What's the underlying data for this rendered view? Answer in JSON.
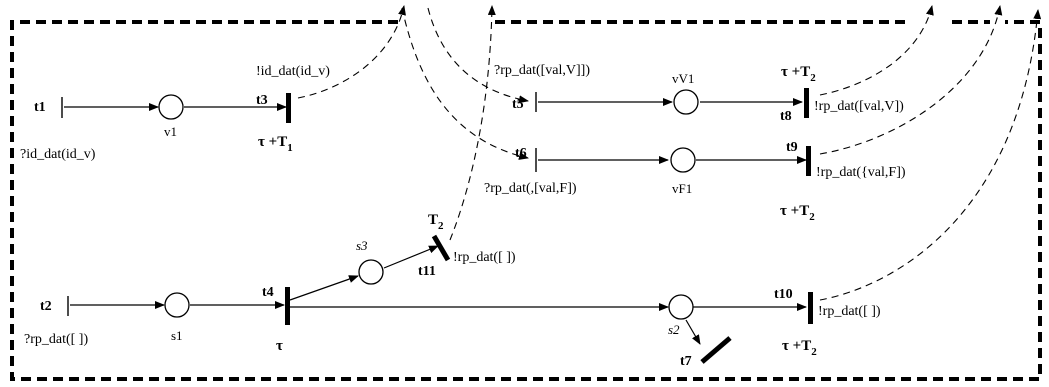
{
  "transitions": {
    "t1": {
      "name": "t1",
      "action": "?id_dat(id_v)"
    },
    "t2": {
      "name": "t2",
      "action": "?rp_dat([ ])"
    },
    "t3": {
      "name": "t3",
      "action": "!id_dat(id_v)",
      "cond_base": "τ +T",
      "cond_sub": "1"
    },
    "t4": {
      "name": "t4",
      "cond": "τ"
    },
    "t5": {
      "name": "t5",
      "action": "?rp_dat([val,V]])"
    },
    "t6": {
      "name": "t6",
      "action": "?rp_dat(,[val,F])"
    },
    "t7": {
      "name": "t7"
    },
    "t8": {
      "name": "t8",
      "action": "!rp_dat([val,V])",
      "cond_base": "τ +T",
      "cond_sub": "2"
    },
    "t9": {
      "name": "t9",
      "action": "!rp_dat({val,F])",
      "cond_base": "τ +T",
      "cond_sub": "2"
    },
    "t10": {
      "name": "t10",
      "action": "!rp_dat([ ])",
      "cond_base": "τ +T",
      "cond_sub": "2"
    },
    "t11": {
      "name": "t11",
      "action": "!rp_dat([ ])",
      "cond_base": "T",
      "cond_sub": "2"
    }
  },
  "places": {
    "v1": "v1",
    "vV1": "vV1",
    "vF1": "vF1",
    "s1": "s1",
    "s2": "s2",
    "s3": "s3"
  }
}
